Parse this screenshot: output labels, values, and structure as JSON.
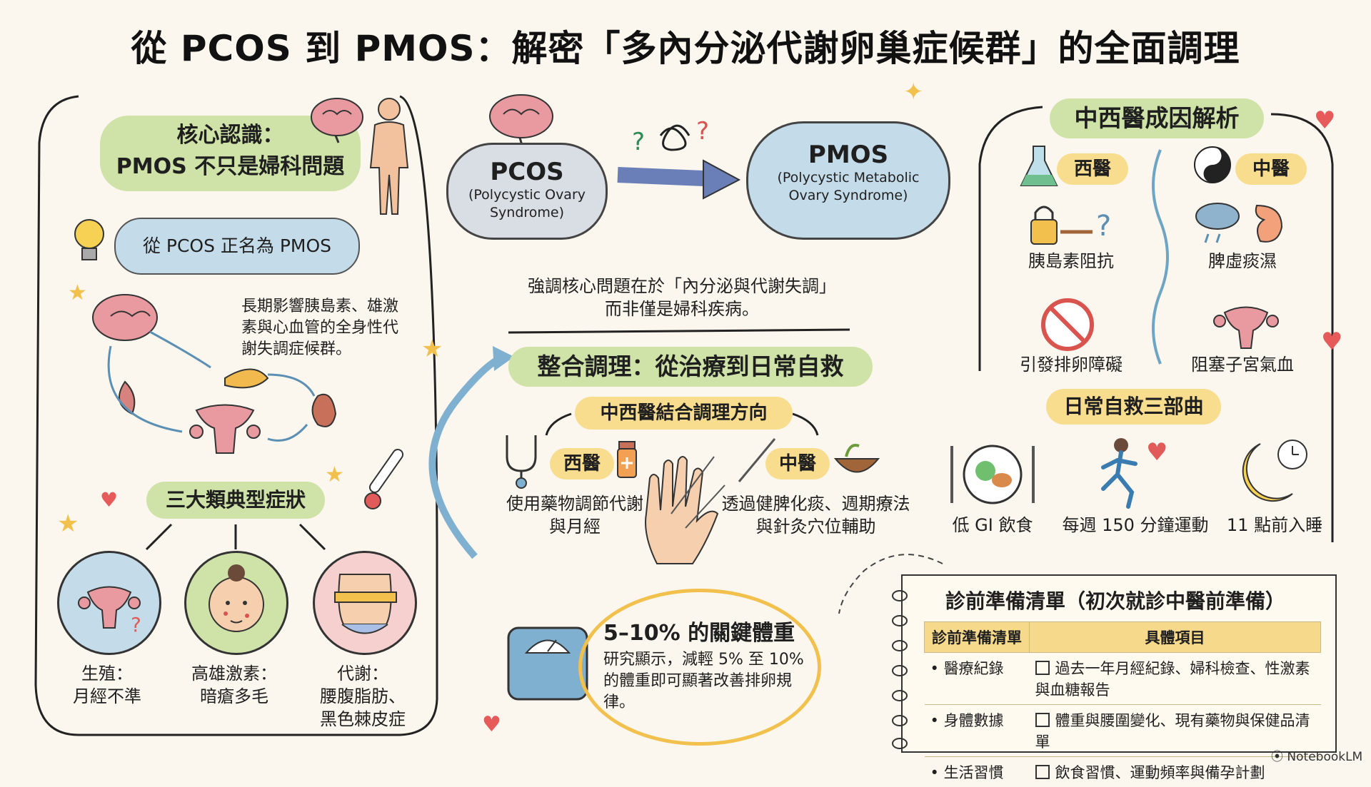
{
  "title": "從 PCOS 到 PMOS：解密「多內分泌代謝卵巢症候群」的全面調理",
  "core": {
    "heading_line1": "核心認識：",
    "heading_line2": "PMOS 不只是婦科問題",
    "rename": "從 PCOS 正名為 PMOS",
    "desc": "長期影響胰島素、雄激素與心血管的全身性代謝失調症候群。"
  },
  "symptoms": {
    "heading": "三大類典型症狀",
    "items": [
      {
        "line1": "生殖：",
        "line2": "月經不準"
      },
      {
        "line1": "高雄激素：",
        "line2": "暗瘡多毛"
      },
      {
        "line1": "代謝：",
        "line2": "腰腹脂肪、",
        "line3": "黑色棘皮症"
      }
    ]
  },
  "transition": {
    "from_title": "PCOS",
    "from_sub": "(Polycystic Ovary Syndrome)",
    "to_title": "PMOS",
    "to_sub": "(Polycystic Metabolic Ovary Syndrome)",
    "emphasis_line1": "強調核心問題在於「內分泌與代謝失調」",
    "emphasis_line2": "而非僅是婦科疾病。"
  },
  "integrated": {
    "heading": "整合調理：從治療到日常自救",
    "sub_heading": "中西醫結合調理方向",
    "western_label": "西醫",
    "western_text": "使用藥物調節代謝與月經",
    "tcm_label": "中醫",
    "tcm_text": "透過健脾化痰、週期療法與針灸穴位輔助"
  },
  "weight": {
    "heading": "5–10% 的關鍵體重",
    "text": "研究顯示，減輕 5% 至 10% 的體重即可顯著改善排卵規律。"
  },
  "causes": {
    "heading": "中西醫成因解析",
    "western_label": "西醫",
    "tcm_label": "中醫",
    "western_items": [
      "胰島素阻抗",
      "引發排卵障礙"
    ],
    "tcm_items": [
      "脾虛痰濕",
      "阻塞子宮氣血"
    ]
  },
  "daily": {
    "heading": "日常自救三部曲",
    "items": [
      "低 GI 飲食",
      "每週 150 分鐘運動",
      "11 點前入睡"
    ]
  },
  "checklist": {
    "heading": "診前準備清單（初次就診中醫前準備）",
    "col1": "診前準備清單",
    "col2": "具體項目",
    "rows": [
      {
        "cat": "醫療紀錄",
        "item": "過去一年月經紀錄、婦科檢查、性激素與血糖報告"
      },
      {
        "cat": "身體數據",
        "item": "體重與腰圍變化、現有藥物與保健品清單"
      },
      {
        "cat": "生活習慣",
        "item": "飲食習慣、運動頻率與備孕計劃"
      }
    ]
  },
  "watermark": "NotebookLM",
  "colors": {
    "green": "#cfe3a8",
    "yellow": "#f8dd8f",
    "blue": "#c4dcea",
    "brain": "#e99aa0",
    "cloud_gray": "#d9dde4"
  }
}
